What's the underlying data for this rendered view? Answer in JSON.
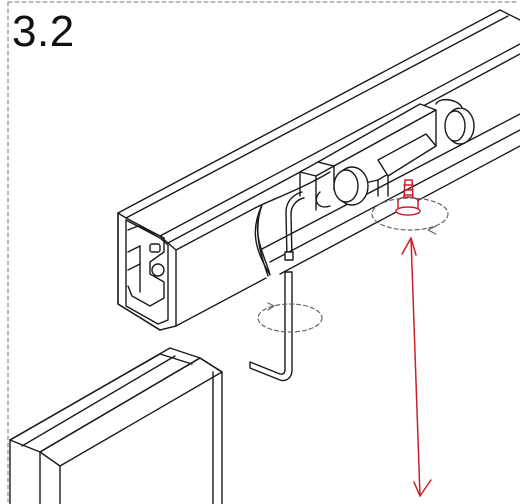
{
  "step": {
    "number": "3.2"
  },
  "colors": {
    "line": "#1a1a1a",
    "dash": "#666666",
    "accent": "#c8202b",
    "background": "#ffffff"
  },
  "parts": {
    "rail": "aluminium-rail-profile",
    "roller": "roller-carriage-with-wheels",
    "tool": "hex-key",
    "adjust_screw": "height-adjustment-screw",
    "panel": "glass-door-panel"
  },
  "annotations": {
    "rotation_arrows": [
      "hex-key-rotation-arrow",
      "screw-rotation-arrow"
    ],
    "height_adjust_arrow": "double-headed-vertical-arrow"
  }
}
